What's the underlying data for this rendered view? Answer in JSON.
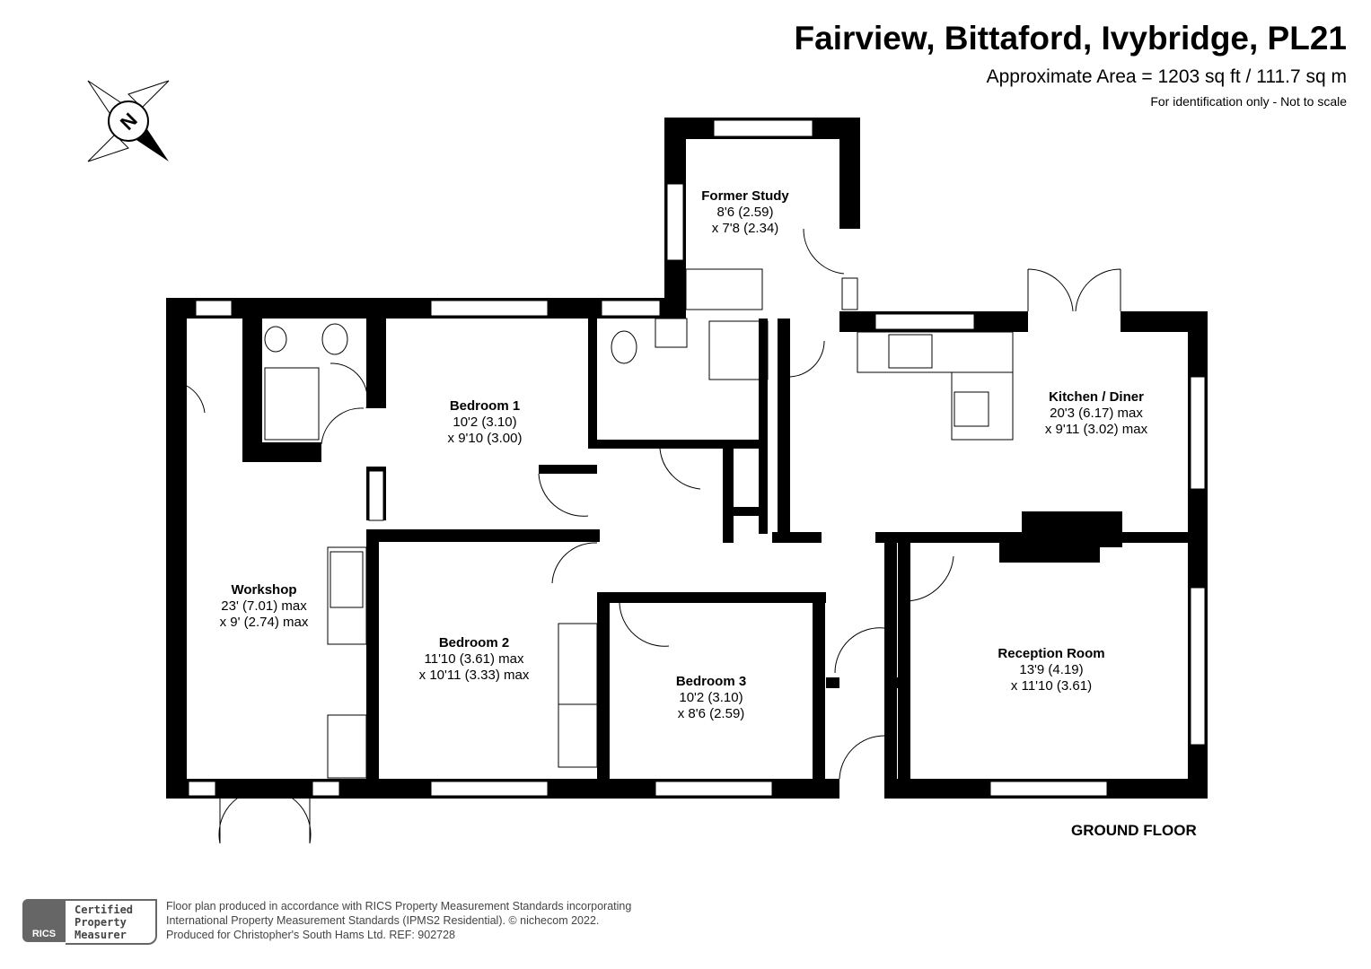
{
  "header": {
    "title": "Fairview, Bittaford, Ivybridge, PL21",
    "area": "Approximate Area = 1203 sq ft / 111.7 sq m",
    "note": "For identification only - Not to scale"
  },
  "compass": {
    "label": "N"
  },
  "rooms": [
    {
      "name": "Former Study",
      "dim1": "8'6 (2.59)",
      "dim2": "x 7'8 (2.34)"
    },
    {
      "name": "Kitchen / Diner",
      "dim1": "20'3 (6.17) max",
      "dim2": "x 9'11 (3.02) max"
    },
    {
      "name": "Bedroom 1",
      "dim1": "10'2 (3.10)",
      "dim2": "x 9'10 (3.00)"
    },
    {
      "name": "Workshop",
      "dim1": "23' (7.01) max",
      "dim2": "x 9' (2.74) max"
    },
    {
      "name": "Bedroom 2",
      "dim1": "11'10 (3.61) max",
      "dim2": "x 10'11 (3.33) max"
    },
    {
      "name": "Bedroom 3",
      "dim1": "10'2 (3.10)",
      "dim2": "x 8'6 (2.59)"
    },
    {
      "name": "Reception Room",
      "dim1": "13'9 (4.19)",
      "dim2": "x 11'10 (3.61)"
    }
  ],
  "floor_label": "GROUND FLOOR",
  "footer": {
    "badge_org": "RICS",
    "badge_line1": "Certified",
    "badge_line2": "Property",
    "badge_line3": "Measurer",
    "line1": "Floor plan produced in accordance with RICS Property Measurement Standards incorporating",
    "line2": "International Property Measurement Standards (IPMS2 Residential).   © nichecom 2022.",
    "line3": "Produced for Christopher's South Hams Ltd.   REF:  902728"
  }
}
